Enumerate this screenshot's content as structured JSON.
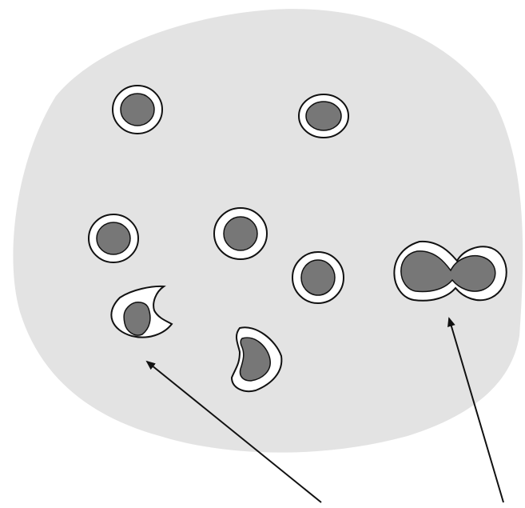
{
  "diagram": {
    "colors": {
      "background": "#ffffff",
      "blob": "#e3e3e3",
      "halo": "#ffffff",
      "nucleus": "#777777",
      "outline": "#111111",
      "arrow": "#111111"
    },
    "items": [
      "round-particle-1",
      "round-particle-2",
      "round-particle-3",
      "round-particle-4",
      "round-particle-5",
      "irregular-particle-1",
      "irregular-particle-2",
      "fused-particle-pair",
      "arrow-left",
      "arrow-right"
    ]
  }
}
